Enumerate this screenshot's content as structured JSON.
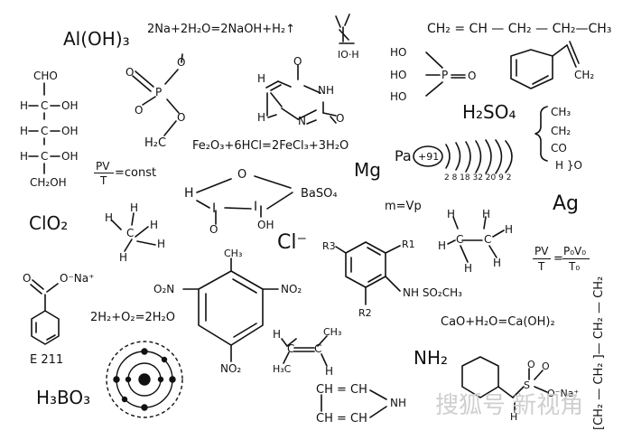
{
  "formulas": {
    "al_oh3": "Al(OH)₃",
    "na_reaction": "2Na+2H₂O=2NaOH+H₂↑",
    "propene_chain": "CH₂ = CH — CH₂ — CH₂—CH₃",
    "h2so4": "H₂SO₄",
    "fe2o3": "Fe₂O₃+6HCl=2FeCl₃+3H₂O",
    "mg": "Mg",
    "baso4": "BaSO₄",
    "clo2": "ClO₂",
    "cl_minus": "Cl⁻",
    "m_eq": "m=Vp",
    "ag": "Ag",
    "h2o2": "2H₂+O₂=2H₂O",
    "cao": "CaO+H₂O=Ca(OH)₂",
    "nh2": "NH₂",
    "h3bo3": "H₃BO₃",
    "e211": "E 211",
    "pv_const_num": "PV",
    "pv_const_den": "T",
    "pv_const_rhs": "=const",
    "pv_eq_num1": "PV",
    "pv_eq_den1": "T",
    "pv_eq_num2": "P₀V₀",
    "pv_eq_den2": "T₀",
    "vertical_chain": "[CH₂ — CH₂ ]— CH₂ — CH₂"
  },
  "labels": {
    "cho": "CHO",
    "h": "H",
    "oh": "OH",
    "c": "C",
    "ch2oh": "CH₂OH",
    "o": "O",
    "p": "P",
    "h2c": "H₂C",
    "n": "N",
    "nh": "NH",
    "ho": "HO",
    "ch3": "CH₃",
    "ch2": "CH₂",
    "co": "CO",
    "h_brace": "H }O",
    "pa": "Pa",
    "pa_num": "+91",
    "pa_shells": "2 8 18 32 20 9 2",
    "o2n": "O₂N",
    "no2": "NO₂",
    "r3": "R3",
    "r1": "R1",
    "r2": "R2",
    "nhso2ch3": "NH SO₂CH₃",
    "ona": "O⁻Na⁺",
    "h3c": "H₃C",
    "ch_ch": "CH = CH",
    "io_h": "IO·H",
    "s": "S",
    "ona2": "O⁻Na⁺"
  },
  "watermark": "搜狐号 新视角"
}
